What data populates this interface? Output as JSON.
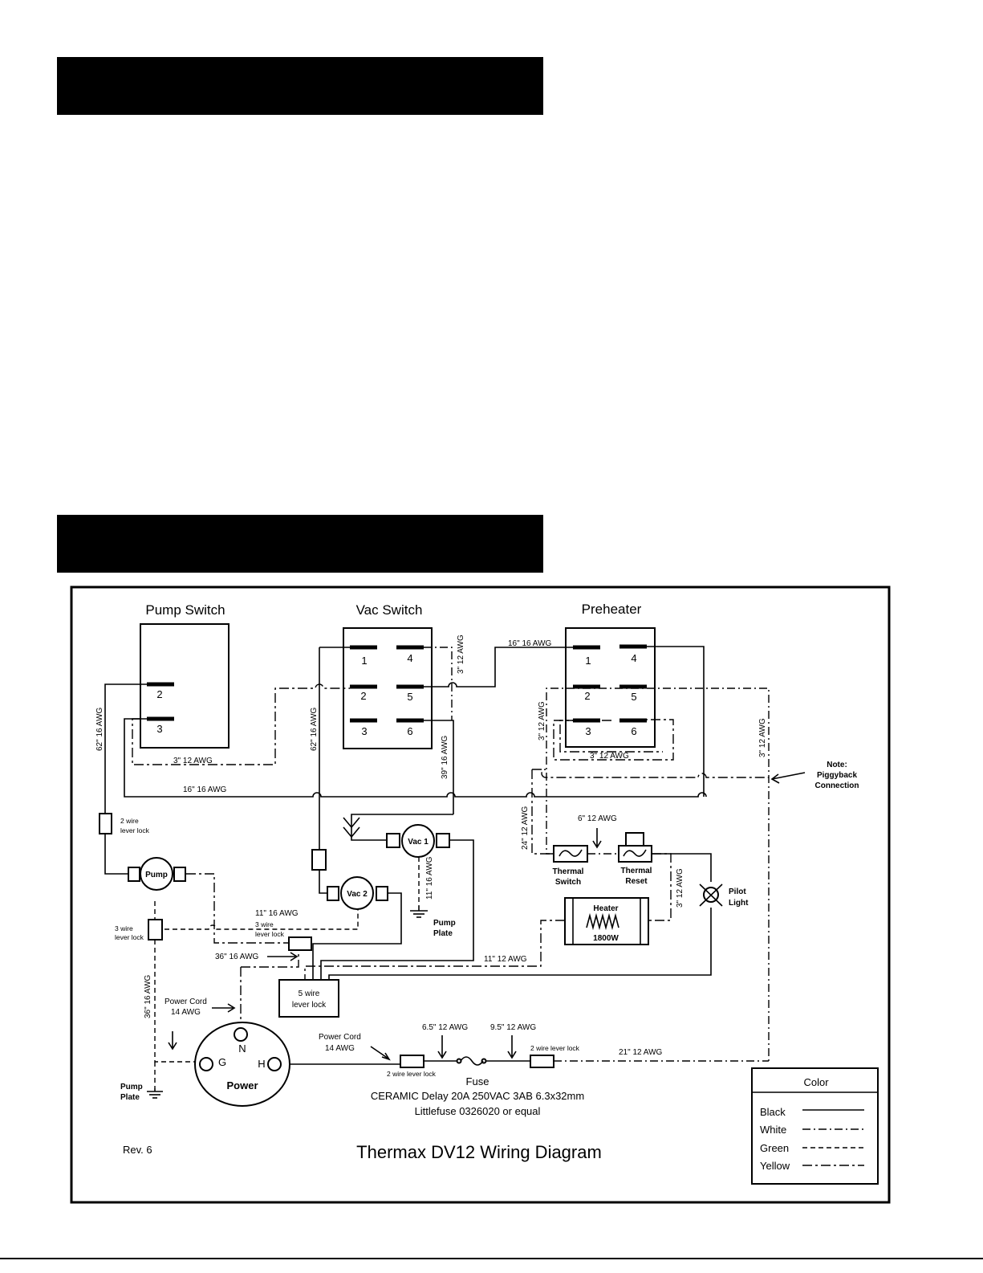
{
  "diagram": {
    "title": "Thermax DV12 Wiring Diagram",
    "revision": "Rev. 6",
    "components": {
      "pump_switch": "Pump Switch",
      "vac_switch": "Vac Switch",
      "preheater": "Preheater",
      "pump": "Pump",
      "vac1": "Vac 1",
      "vac2": "Vac 2",
      "thermal_switch_1": "Thermal",
      "thermal_switch_2": "Switch",
      "thermal_reset_1": "Thermal",
      "thermal_reset_2": "Reset",
      "pilot_light_1": "Pilot",
      "pilot_light_2": "Light",
      "heater": "Heater",
      "heater_watts": "1800W",
      "power": "Power",
      "power_n": "N",
      "power_g": "G",
      "power_h": "H",
      "pump_plate_1": "Pump",
      "pump_plate_2": "Plate",
      "pump_plate_b1": "Pump",
      "pump_plate_b2": "Plate",
      "fuse": "Fuse",
      "fuse_spec": "CERAMIC Delay 20A 250VAC 3AB 6.3x32mm",
      "fuse_part": "Littlefuse 0326020 or equal",
      "note_1": "Note:",
      "note_2": "Piggyback",
      "note_3": "Connection"
    },
    "pump_switch_terminals": [
      "2",
      "3"
    ],
    "vac_switch_terminals": [
      "1",
      "4",
      "2",
      "5",
      "3",
      "6"
    ],
    "preheater_terminals": [
      "1",
      "4",
      "2",
      "5",
      "3",
      "6"
    ],
    "wire_labels": {
      "w62_16_a": "62\" 16 AWG",
      "w62_16_b": "62\" 16 AWG",
      "w3_12_a": "3\" 12 AWG",
      "w3_12_b": "3\" 12 AWG",
      "w3_12_c": "3\" 12 AWG",
      "w3_12_d": "3\" 12 AWG",
      "w3_12_e": "3\" 12 AWG",
      "w3_12_f": "3\" 12 AWG",
      "w16_16": "16\" 16 AWG",
      "w16_16_top": "16\" 16 AWG",
      "w39_16": "39\" 16 AWG",
      "w24_12": "24\" 12 AWG",
      "w6_12": "6\" 12 AWG",
      "w11_16_a": "11\" 16 AWG",
      "w11_16_b": "11\" 16 AWG",
      "w36_16_a": "36\" 16 AWG",
      "w36_16_b": "36\" 16 AWG",
      "w11_12": "11\" 12 AWG",
      "w6_5_12": "6.5\" 12 AWG",
      "w9_5_12": "9.5\" 12 AWG",
      "w21_12": "21\" 12 AWG",
      "power_cord_a1": "Power Cord",
      "power_cord_a2": "14 AWG",
      "power_cord_b1": "Power Cord",
      "power_cord_b2": "14 AWG"
    },
    "connectors": {
      "lever2_a1": "2 wire",
      "lever2_a2": "lever lock",
      "lever3_a1": "3 wire",
      "lever3_a2": "lever lock",
      "lever3_b1": "3 wire",
      "lever3_b2": "lever lock",
      "lever5_1": "5 wire",
      "lever5_2": "lever lock",
      "lever2_b": "2 wire lever lock",
      "lever2_c": "2 wire lever lock"
    },
    "legend": {
      "title": "Color",
      "items": [
        {
          "label": "Black",
          "style": "solid"
        },
        {
          "label": "White",
          "style": "dash-dot-dot"
        },
        {
          "label": "Green",
          "style": "dashed"
        },
        {
          "label": "Yellow",
          "style": "dash-dot"
        }
      ]
    }
  }
}
